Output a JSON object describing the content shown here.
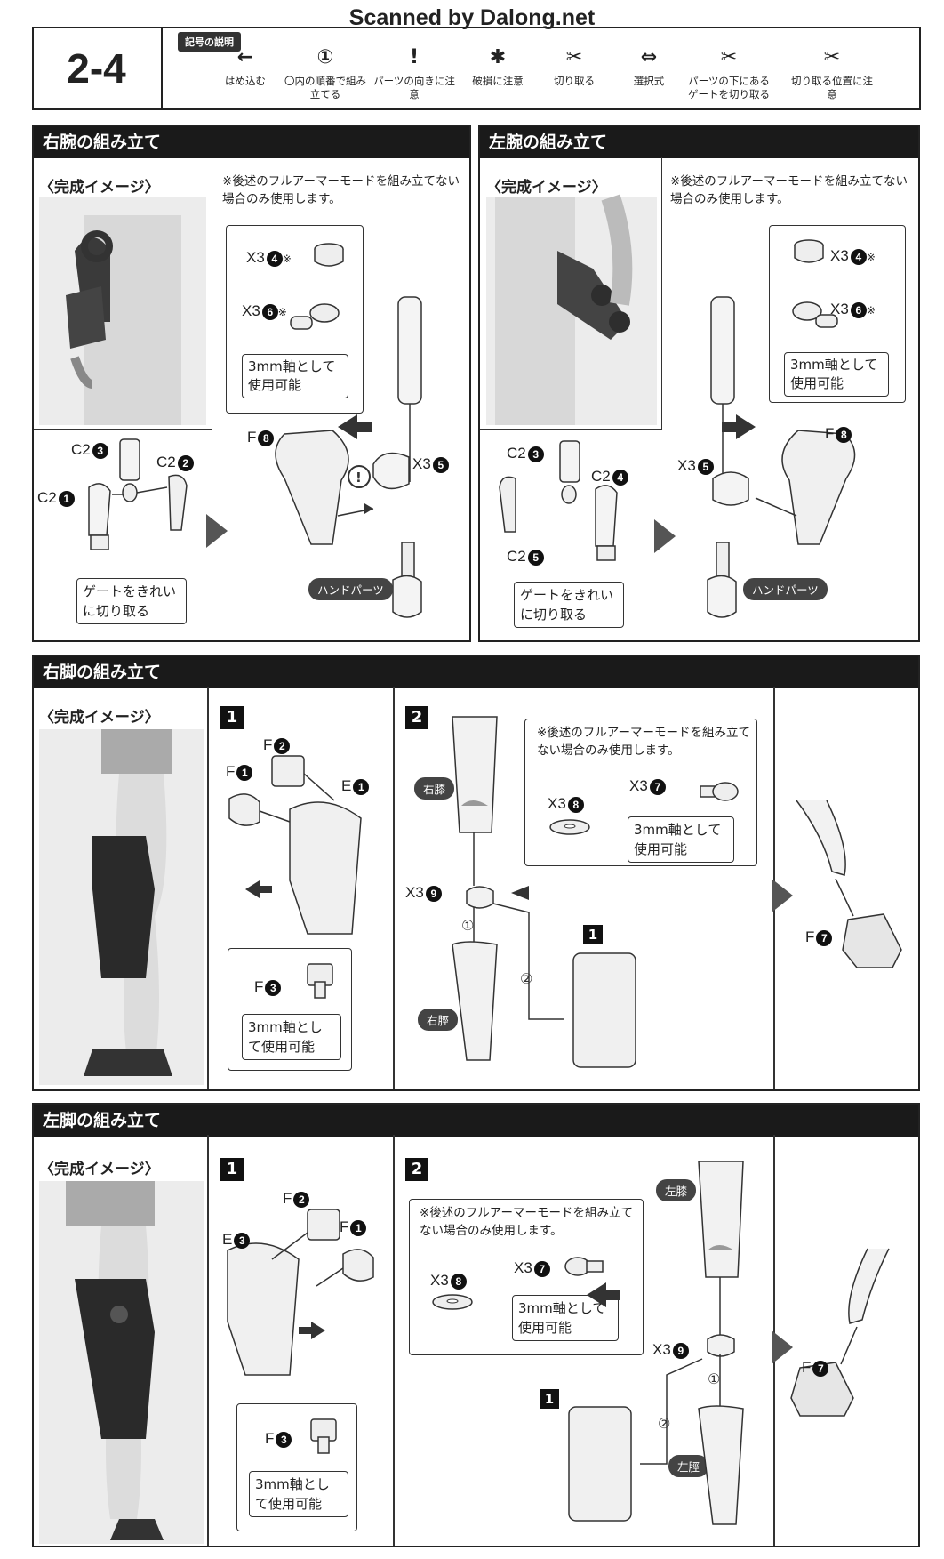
{
  "watermark": "Scanned by Dalong.net",
  "header": {
    "step": "2-4",
    "legend_title": "記号の説明",
    "legend": [
      {
        "icon": "arrow-left-icon",
        "glyph": "←",
        "label": "はめ込む"
      },
      {
        "icon": "circled-number-icon",
        "glyph": "①",
        "label": "〇内の順番で組み立てる"
      },
      {
        "icon": "exclamation-icon",
        "glyph": "!",
        "label": "パーツの向きに注意"
      },
      {
        "icon": "breakage-warning-icon",
        "glyph": "✱",
        "label": "破損に注意"
      },
      {
        "icon": "cut-icon",
        "glyph": "✂",
        "label": "切り取る"
      },
      {
        "icon": "select-arrows-icon",
        "glyph": "⇔",
        "label": "選択式"
      },
      {
        "icon": "cut-gate-under-icon",
        "glyph": "✂",
        "label": "パーツの下にあるゲートを切り取る"
      },
      {
        "icon": "cut-position-icon",
        "glyph": "✂",
        "label": "切り取る位置に注意"
      }
    ]
  },
  "common": {
    "completion": "〈完成イメージ〉",
    "optional_note": "※後述のフルアーマーモードを組み立てない場合のみ使用します。",
    "shaft_note": "3mm軸として使用可能",
    "gate_note": "ゲートをきれいに切り取る",
    "hand_parts": "ハンドパーツ"
  },
  "right_arm": {
    "title": "右腕の組み立て",
    "parts": {
      "x3_4": "X3",
      "x3_6": "X3",
      "n4": "4",
      "n6": "6",
      "mark": "※",
      "f8": "F",
      "n8": "8",
      "x3_5": "X3",
      "n5": "5",
      "c2_3": "C2",
      "n3": "3",
      "c2_2": "C2",
      "n2": "2",
      "c2_1": "C2",
      "n1": "1"
    }
  },
  "left_arm": {
    "title": "左腕の組み立て",
    "parts": {
      "x3_4": "X3",
      "x3_6": "X3",
      "n4": "4",
      "n6": "6",
      "mark": "※",
      "f8": "F",
      "n8": "8",
      "x3_5": "X3",
      "n5": "5",
      "c2_3": "C2",
      "n3": "3",
      "c2_4": "C2",
      "n4b": "4",
      "c2_5": "C2",
      "n5b": "5"
    }
  },
  "right_leg": {
    "title": "右脚の組み立て",
    "step1": "1",
    "step2": "2",
    "knee": "右膝",
    "shin": "右脛",
    "parts": {
      "f2": "F",
      "n2": "2",
      "f1": "F",
      "n1": "1",
      "e1": "E",
      "ne1": "1",
      "f3": "F",
      "n3": "3",
      "x3_8": "X3",
      "n8": "8",
      "x3_7": "X3",
      "n7": "7",
      "x3_9": "X3",
      "n9": "9",
      "step_ref": "1",
      "f7": "F",
      "nf7": "7",
      "c1": "①",
      "c2": "②"
    }
  },
  "left_leg": {
    "title": "左脚の組み立て",
    "step1": "1",
    "step2": "2",
    "knee": "左膝",
    "shin": "左脛",
    "parts": {
      "f2": "F",
      "n2": "2",
      "e3": "E",
      "ne3": "3",
      "f1": "F",
      "n1": "1",
      "f3": "F",
      "n3": "3",
      "x3_8": "X3",
      "n8": "8",
      "x3_7": "X3",
      "n7": "7",
      "x3_9": "X3",
      "n9": "9",
      "step_ref": "1",
      "f7": "F",
      "nf7": "7",
      "c1": "①",
      "c2": "②"
    }
  }
}
